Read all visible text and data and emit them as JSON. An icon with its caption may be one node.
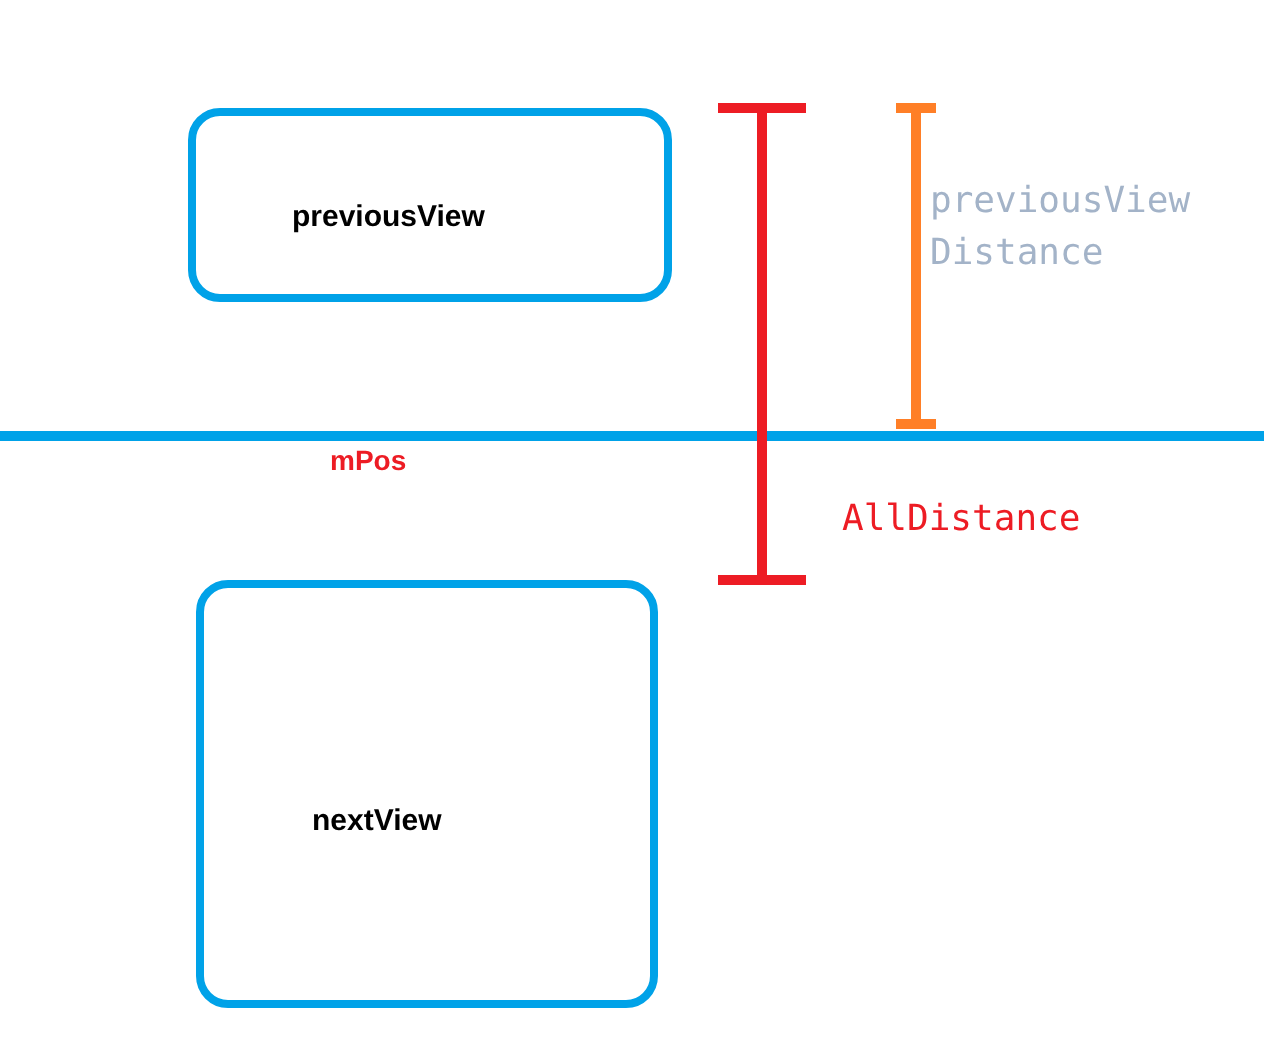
{
  "diagram": {
    "nodes": [
      {
        "text": [
          "previousView"
        ]
      },
      {
        "text": [
          "nextView"
        ]
      }
    ],
    "labels": [
      "previousView Distance",
      "mPos",
      "AllDistance"
    ]
  }
}
